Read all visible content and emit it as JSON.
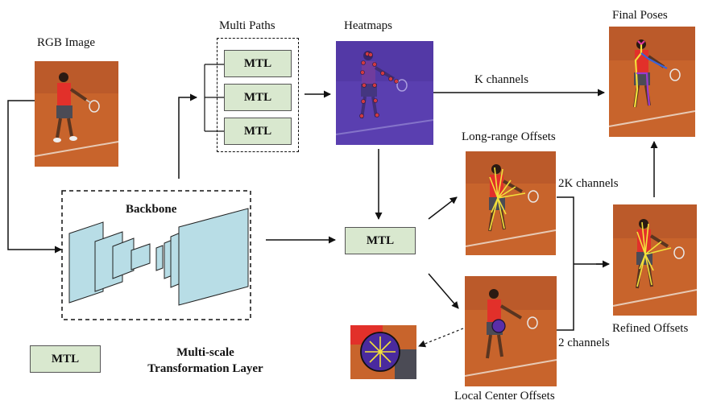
{
  "labels": {
    "rgb_image": "RGB Image",
    "multi_paths": "Multi Paths",
    "heatmaps": "Heatmaps",
    "final_poses": "Final Poses",
    "k_channels": "K channels",
    "long_range_offsets": "Long-range Offsets",
    "two_k_channels": "2K channels",
    "backbone": "Backbone",
    "refined_offsets": "Refined Offsets",
    "two_channels": "2 channels",
    "local_center_offsets": "Local Center Offsets",
    "legend_line1": "Multi-scale",
    "legend_line2": "Transformation Layer"
  },
  "mtl_label": "MTL",
  "colors": {
    "mtl_fill": "#d9e8cf",
    "backbone_fill": "#b8dde6",
    "court": "#c8642c",
    "heatmap": "#5a3fb0",
    "pose_yellow": "#f3e03a"
  }
}
